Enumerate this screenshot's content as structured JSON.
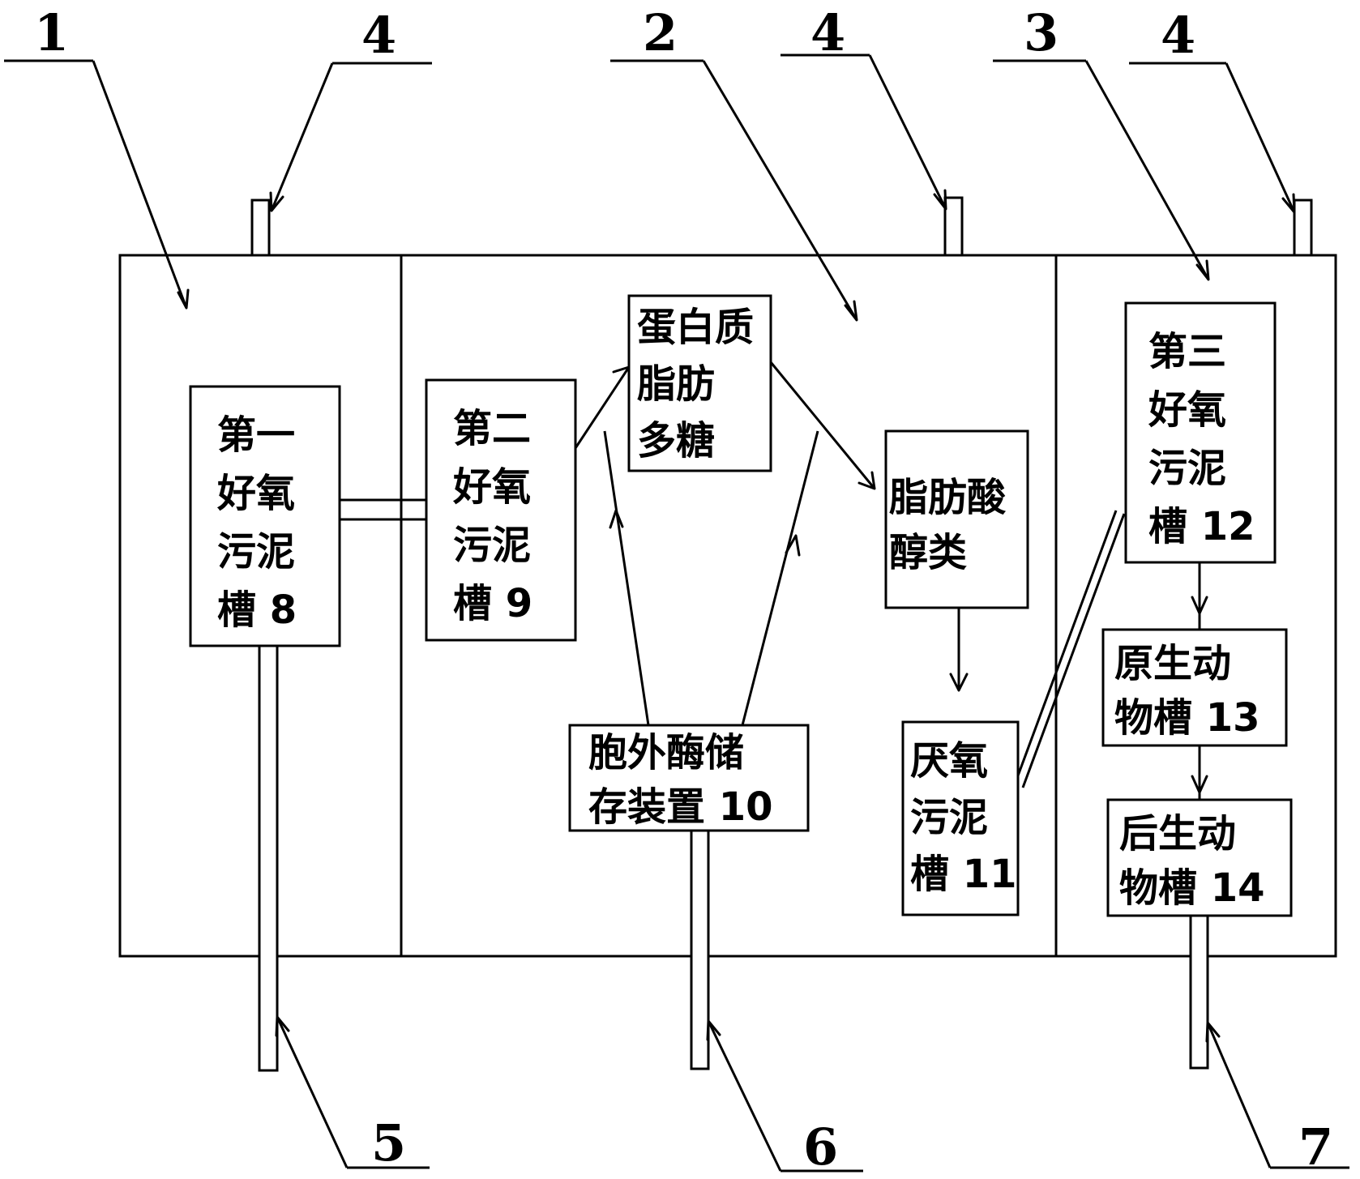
{
  "diagram": {
    "labels": {
      "l1": "1",
      "l2": "2",
      "l3": "3",
      "l4a": "4",
      "l4b": "4",
      "l4c": "4",
      "l5": "5",
      "l6": "6",
      "l7": "7"
    },
    "boxes": {
      "tank8": [
        "第一",
        "好氧",
        "污泥",
        "槽 8"
      ],
      "tank9": [
        "第二",
        "好氧",
        "污泥",
        "槽 9"
      ],
      "protein": [
        "蛋白质",
        "脂肪",
        "多糖"
      ],
      "fatty": [
        "脂肪酸",
        "醇类"
      ],
      "enzyme": [
        "胞外酶储",
        "存装置 10"
      ],
      "tank11": [
        "厌氧",
        "污泥",
        "槽 11"
      ],
      "tank12": [
        "第三",
        "好氧",
        "污泥",
        "槽 12"
      ],
      "tank13": [
        "原生动",
        "物槽 13"
      ],
      "tank14": [
        "后生动",
        "物槽 14"
      ]
    }
  }
}
